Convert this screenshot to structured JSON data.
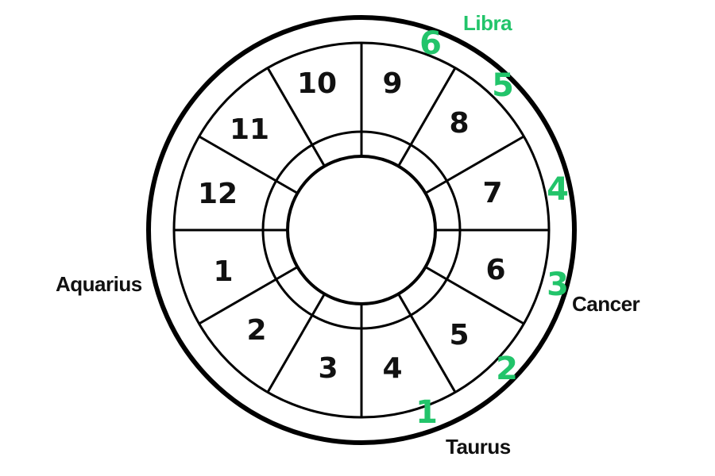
{
  "colors": {
    "line": "#000000",
    "accent": "#22c46a",
    "text": "#111111"
  },
  "houses": [
    {
      "label": "1"
    },
    {
      "label": "2"
    },
    {
      "label": "3"
    },
    {
      "label": "4"
    },
    {
      "label": "5"
    },
    {
      "label": "6"
    },
    {
      "label": "7"
    },
    {
      "label": "8"
    },
    {
      "label": "9"
    },
    {
      "label": "10"
    },
    {
      "label": "11"
    },
    {
      "label": "12"
    }
  ],
  "markers": [
    {
      "label": "1"
    },
    {
      "label": "2"
    },
    {
      "label": "3"
    },
    {
      "label": "4"
    },
    {
      "label": "5"
    },
    {
      "label": "6"
    }
  ],
  "signs": {
    "libra": "Libra",
    "cancer": "Cancer",
    "taurus": "Taurus",
    "aquarius": "Aquarius"
  }
}
